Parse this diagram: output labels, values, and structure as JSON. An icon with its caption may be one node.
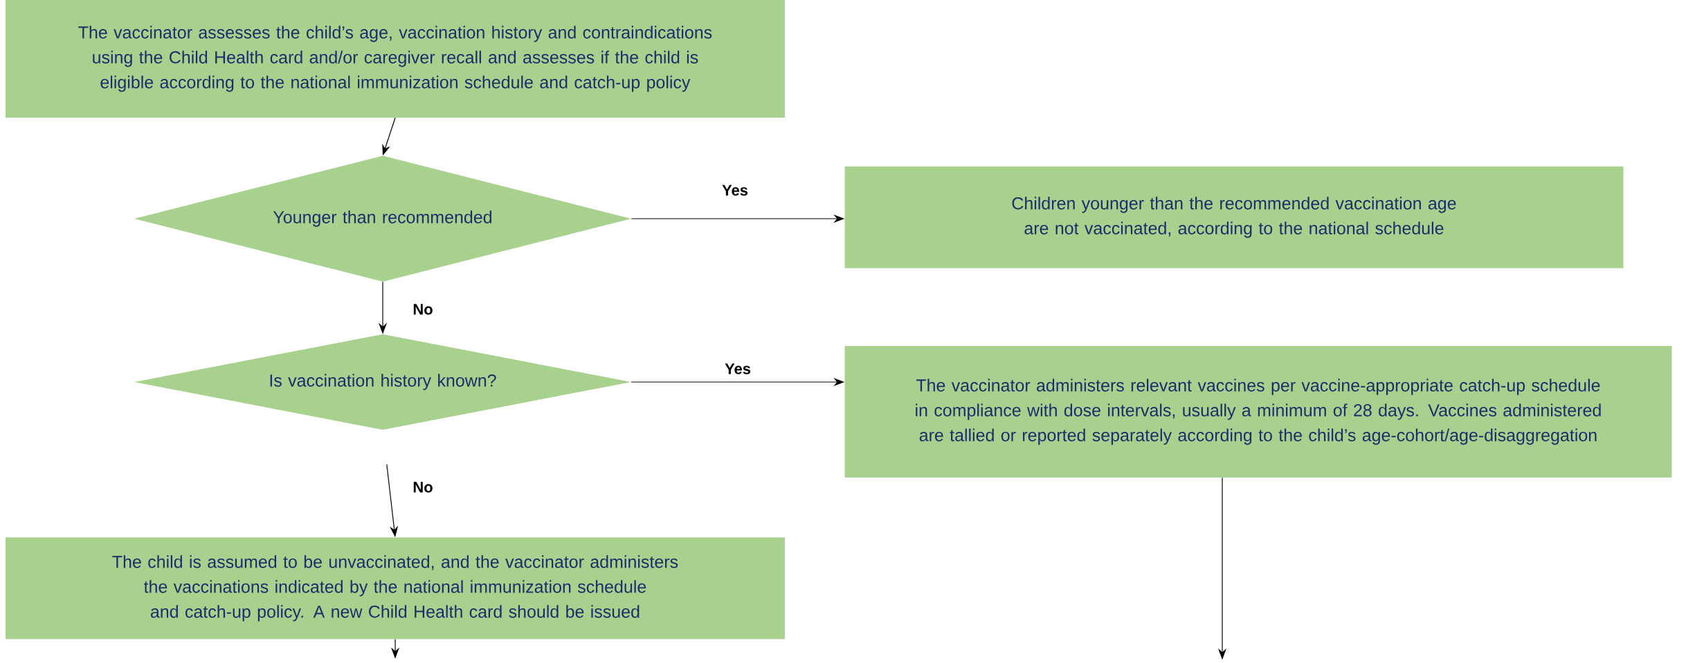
{
  "diagram": {
    "nodes": [
      {
        "text": [
          "The vaccinator assesses the child’s age, vaccination history and contraindications using the Child Health card and/or caregiver recall and assesses if the child is eligible according to the national immunization schedule and catch-up policy"
        ]
      },
      {
        "text": [
          "Younger than recommended"
        ]
      },
      {
        "text": [
          "Children younger than the recommended vaccination age are not vaccinated, according to the national schedule"
        ]
      },
      {
        "text": [
          "Is vaccination history known?"
        ]
      },
      {
        "text": [
          "The vaccinator administers relevant vaccines per vaccine-appropriate catch-up schedule in compliance with dose intervals, usually a minimum of 28 days. Vaccines administered are tallied or reported separately according to the child’s age-cohort/age-disaggregation"
        ]
      },
      {
        "text": [
          "The child is assumed to be unvaccinated, and the vaccinator administers the vaccinations indicated by the national immunization schedule and catch-up policy.  A new Child Health card should be issued"
        ]
      }
    ],
    "edges": [
      {
        "from": 0,
        "to": 1,
        "arrow": "to"
      },
      {
        "from": 1,
        "to": 2,
        "arrow": "to",
        "label": "Yes"
      },
      {
        "from": 1,
        "to": 3,
        "arrow": "to",
        "label": "No"
      },
      {
        "from": 3,
        "to": 4,
        "arrow": "to",
        "label": "Yes"
      },
      {
        "from": 3,
        "to": 5,
        "arrow": "to",
        "label": "No"
      },
      {
        "from": 5,
        "to": null,
        "arrow": "to"
      },
      {
        "from": 4,
        "to": null,
        "arrow": "to"
      }
    ]
  }
}
